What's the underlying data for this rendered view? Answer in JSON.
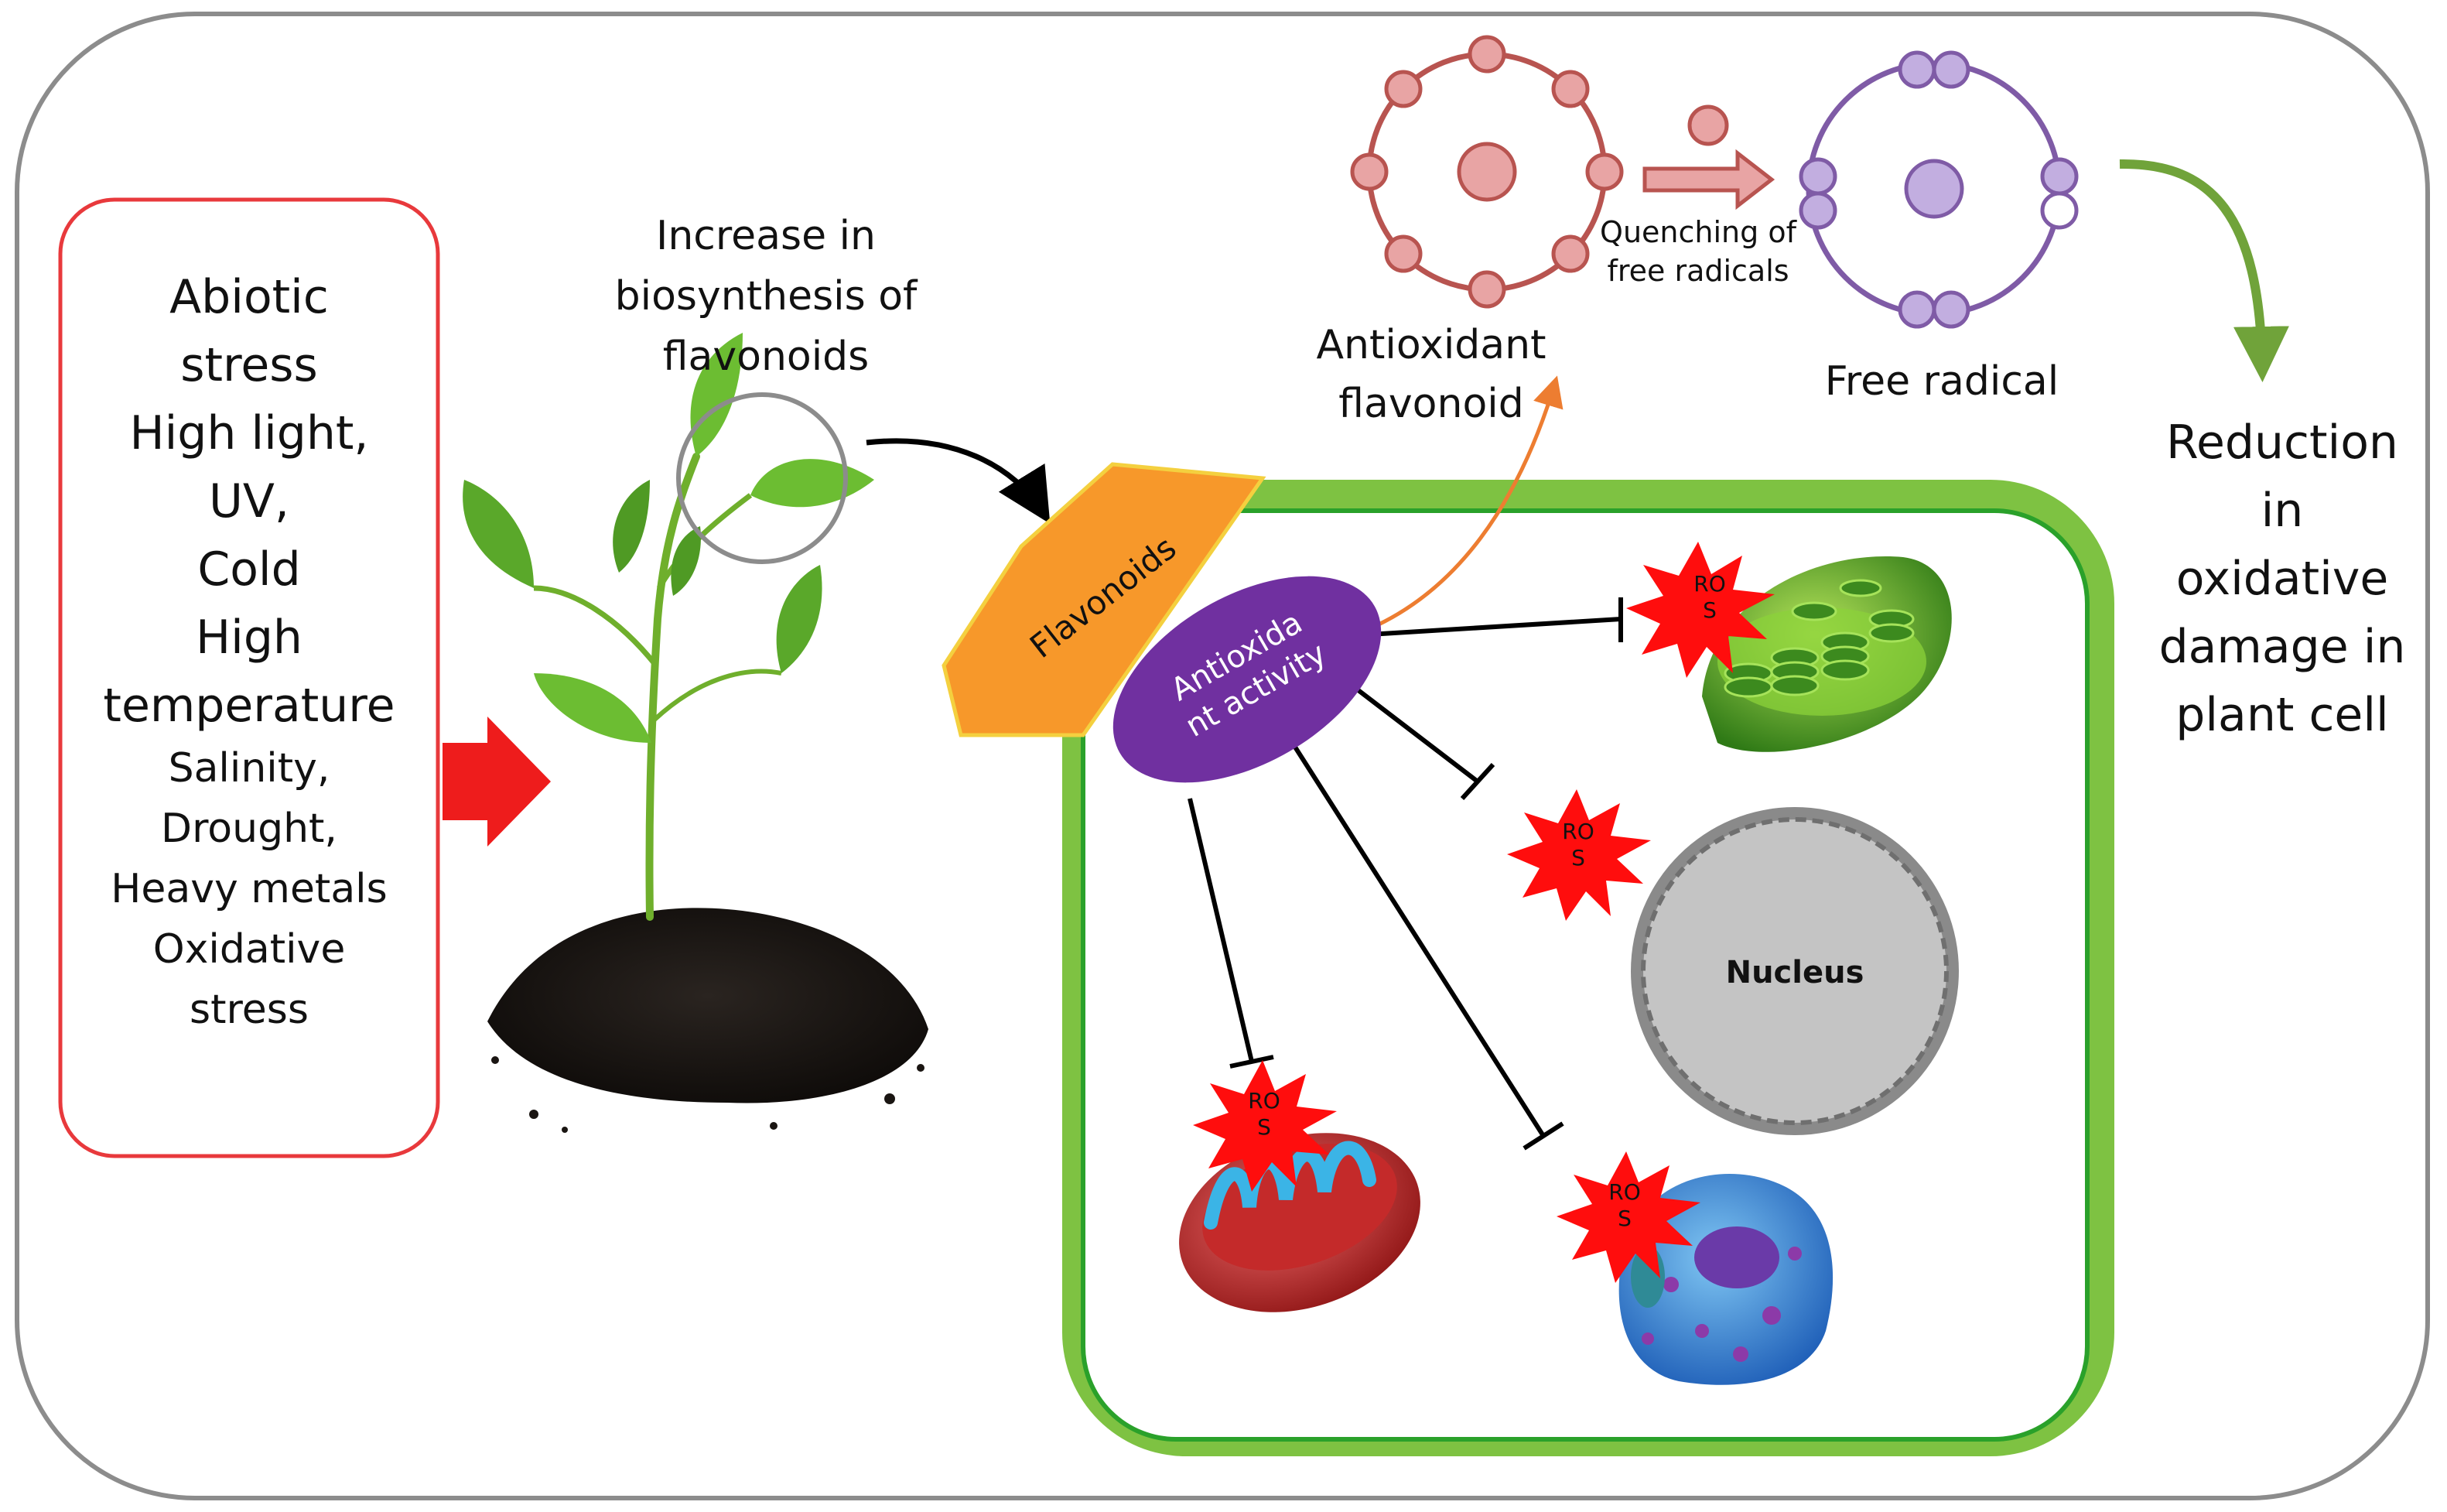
{
  "stress_box": {
    "lines_large": [
      "Abiotic",
      "stress",
      "High light,",
      "UV,",
      "Cold",
      "High",
      "temperature"
    ],
    "lines_small": [
      "Salinity,",
      "Drought,",
      "Heavy metals",
      "Oxidative",
      "stress"
    ]
  },
  "biosynthesis_label": [
    "Increase in",
    "biosynthesis of",
    "flavonoids"
  ],
  "flavonoids_tag": "Flavonoids",
  "antioxidant_activity": [
    "Antioxida",
    "nt activity"
  ],
  "antioxidant_flavonoid_label": [
    "Antioxidant",
    "flavonoid"
  ],
  "quenching_label": [
    "Quenching of",
    "free radicals"
  ],
  "free_radical_label": "Free radical",
  "reduction_label": [
    "Reduction",
    "in",
    "oxidative",
    "damage in",
    "plant cell"
  ],
  "ros_label": [
    "RO",
    "S"
  ],
  "nucleus_label": "Nucleus",
  "colors": {
    "stress_border": "#e8393c",
    "stress_arrow": "#ee1c1c",
    "cell_wall": "#7ec242",
    "cell_membrane": "#2aa12a",
    "flavonoid_tag": "#f7982a",
    "antioxidant_oval": "#7030a0",
    "ros_star": "#ff0d0d",
    "antioxidant_molecule": "#b85450",
    "free_radical": "#7f5ba6",
    "orange_arrow": "#ed7d31",
    "green_arrow": "#70a33a",
    "nucleus": "#c4c4c4"
  }
}
